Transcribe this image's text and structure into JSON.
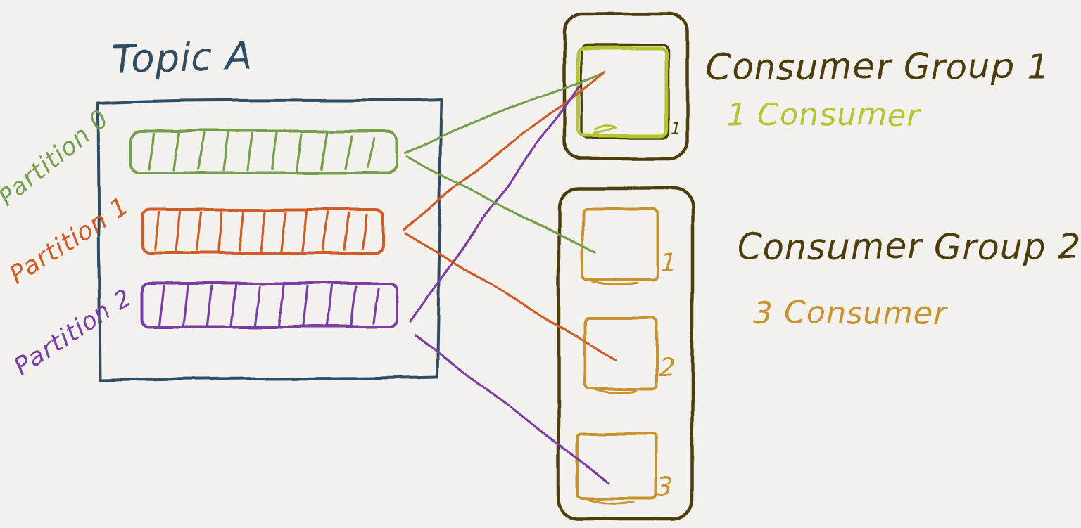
{
  "canvas": {
    "background": "#f2f1ed"
  },
  "topic": {
    "title": "Topic A",
    "color": "#2f4d63"
  },
  "partitions": [
    {
      "label": "Partition 0",
      "color": "#74a04c",
      "segments": 10
    },
    {
      "label": "Partition 1",
      "color": "#cd5c28",
      "segments": 11
    },
    {
      "label": "Partition 2",
      "color": "#7c3da2",
      "segments": 10
    }
  ],
  "consumer_groups": [
    {
      "label": "Consumer Group 1",
      "sublabel": "1 Consumer",
      "outline_color": "#4e3c10",
      "accent_color": "#b5c433",
      "consumers": [
        {
          "label": "1"
        }
      ]
    },
    {
      "label": "Consumer Group 2",
      "sublabel": "3 Consumer",
      "outline_color": "#4e3c10",
      "accent_color": "#c6932d",
      "consumers": [
        {
          "label": "1"
        },
        {
          "label": "2"
        },
        {
          "label": "3"
        }
      ]
    }
  ],
  "connections": [
    {
      "from": "Partition 0",
      "to": "Consumer Group 1 / Consumer 1",
      "color": "#74a04c"
    },
    {
      "from": "Partition 1",
      "to": "Consumer Group 1 / Consumer 1",
      "color": "#cd5c28"
    },
    {
      "from": "Partition 2",
      "to": "Consumer Group 1 / Consumer 1",
      "color": "#7c3da2"
    },
    {
      "from": "Partition 0",
      "to": "Consumer Group 2 / Consumer 1",
      "color": "#74a04c"
    },
    {
      "from": "Partition 1",
      "to": "Consumer Group 2 / Consumer 2",
      "color": "#cd5c28"
    },
    {
      "from": "Partition 2",
      "to": "Consumer Group 2 / Consumer 3",
      "color": "#7c3da2"
    }
  ]
}
